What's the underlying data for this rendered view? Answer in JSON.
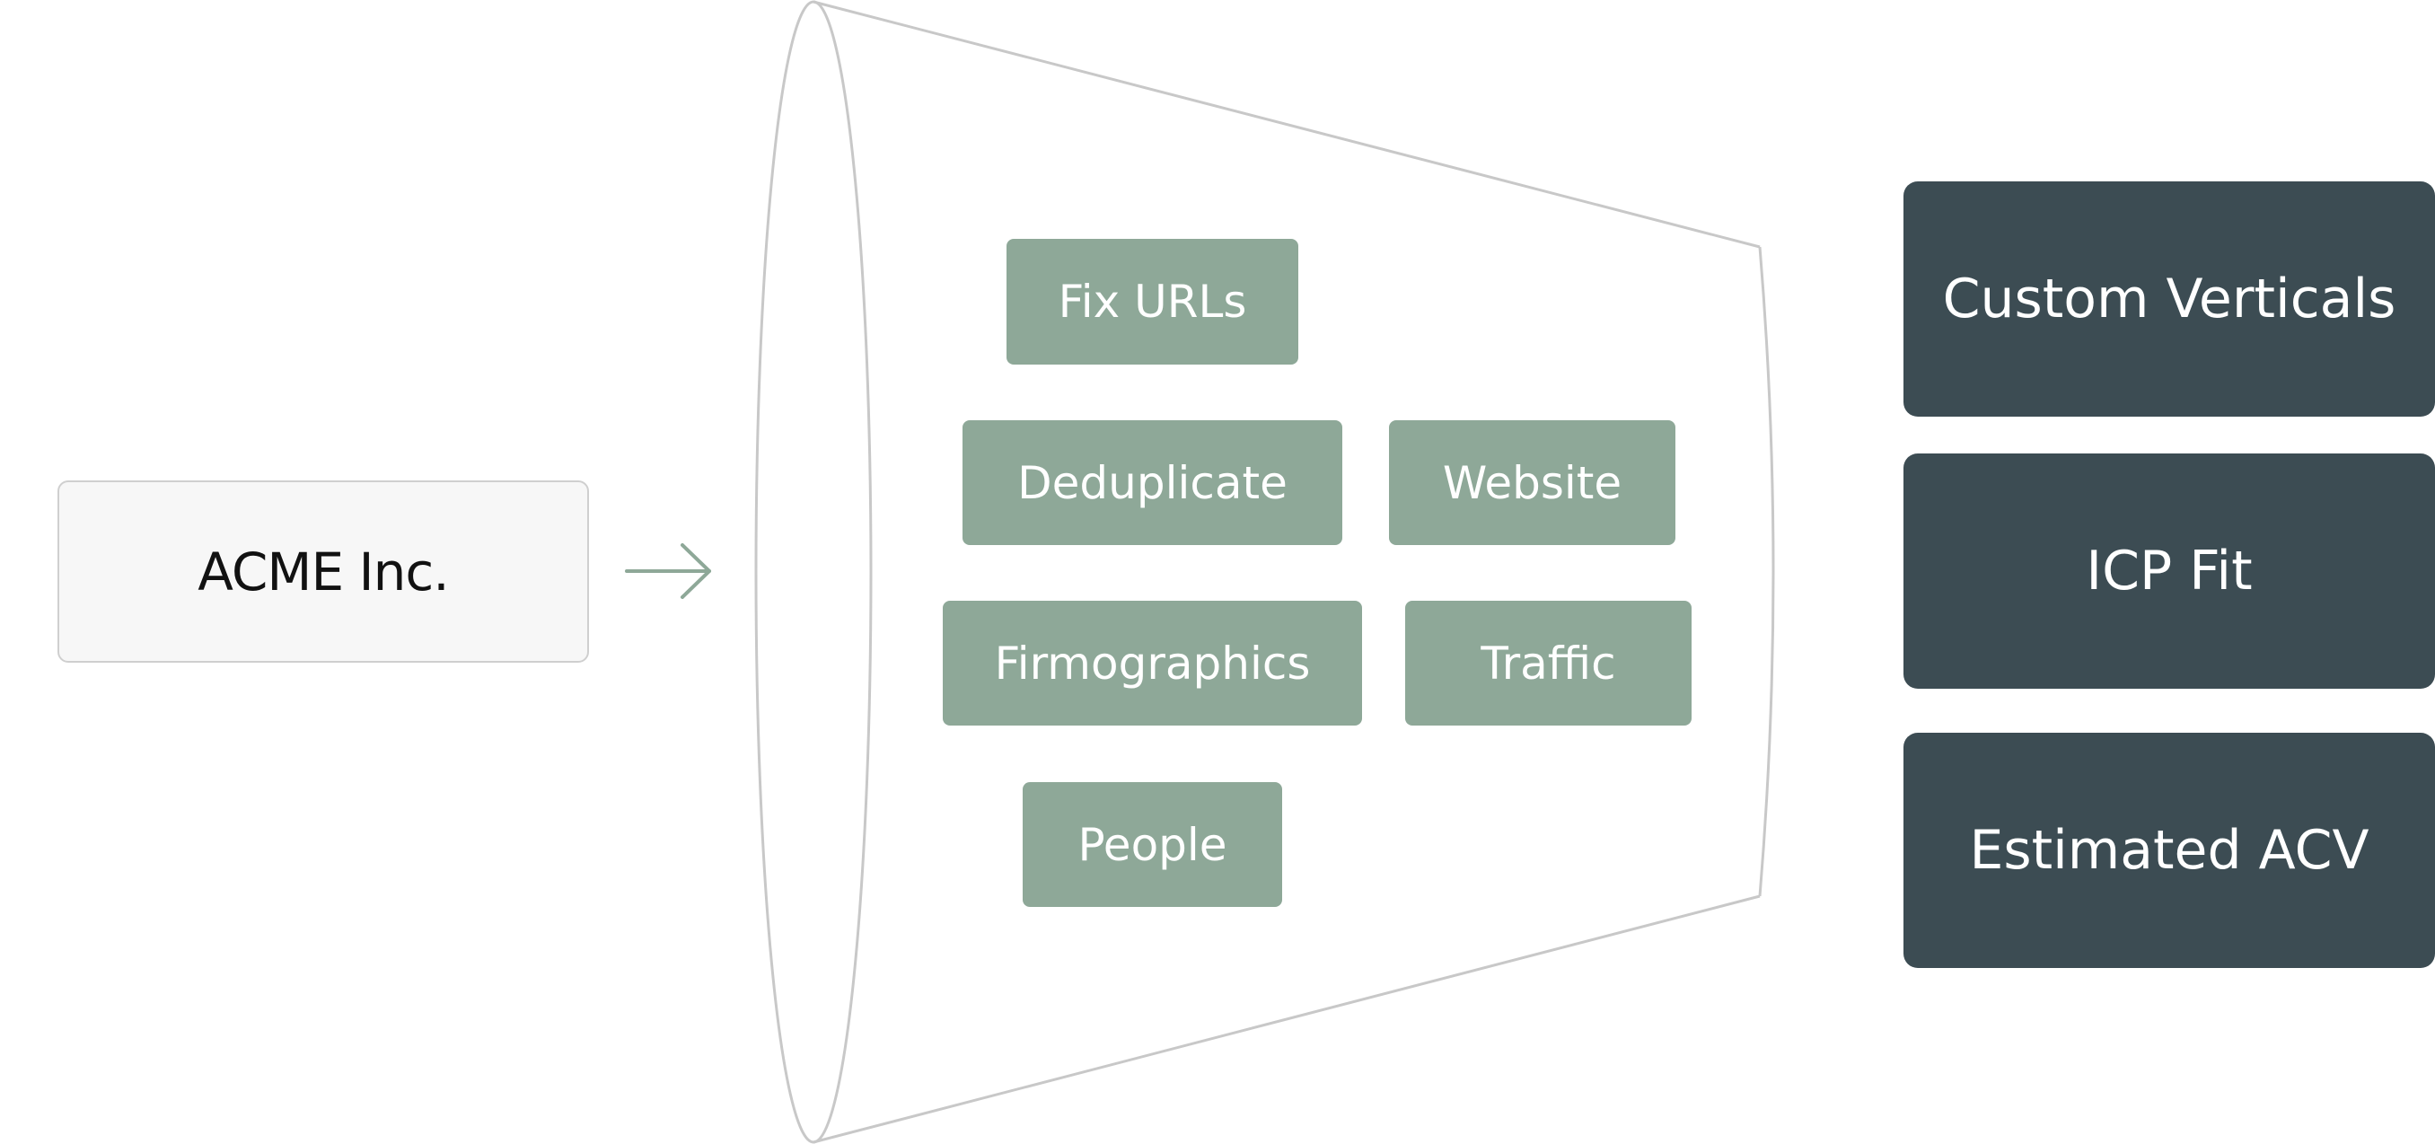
{
  "source": {
    "label": "ACME Inc."
  },
  "funnel": {
    "steps": [
      {
        "label": "Fix URLs"
      },
      {
        "label": "Deduplicate"
      },
      {
        "label": "Website"
      },
      {
        "label": "Firmographics"
      },
      {
        "label": "Traffic"
      },
      {
        "label": "People"
      }
    ]
  },
  "outputs": [
    {
      "label": "Custom Verticals"
    },
    {
      "label": "ICP Fit"
    },
    {
      "label": "Estimated ACV"
    }
  ],
  "icons": {
    "arrow": "arrow-right-icon"
  },
  "colors": {
    "source_fill": "#f7f7f7",
    "step_fill": "#8ea898",
    "output_fill": "#3c4c53",
    "funnel_stroke": "#c8c8c8",
    "arrow": "#8ea898"
  }
}
